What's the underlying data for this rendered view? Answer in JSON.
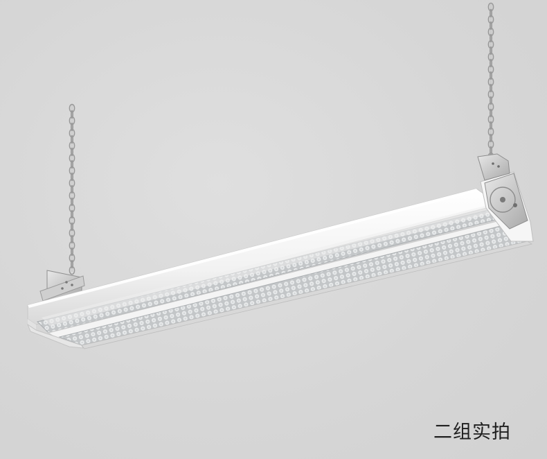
{
  "caption": "二组实拍",
  "colors": {
    "background": "#d9d9d9",
    "frame": "#ffffff",
    "housing": "#f3f3f3",
    "lens": "#b9bcbe",
    "chain": "#9a9a9a",
    "caption_text": "#1f1f1f"
  },
  "scene": {
    "subject": "linear-high-bay-light-fixture",
    "suspension": "two-chains"
  }
}
